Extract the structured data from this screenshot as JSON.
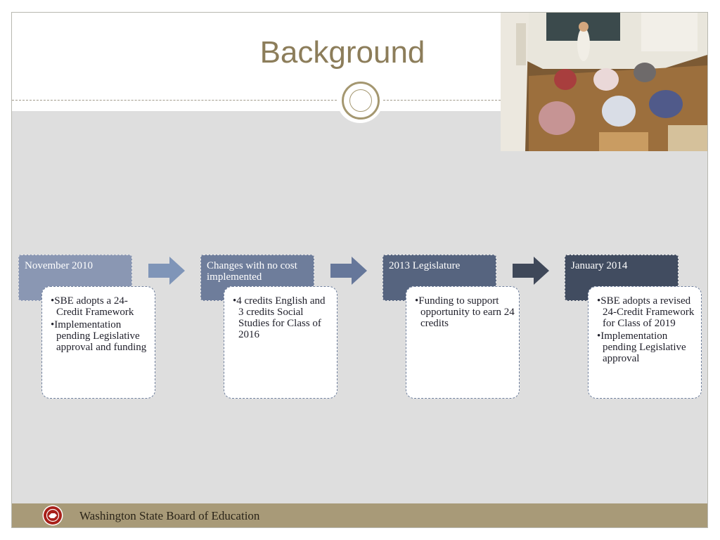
{
  "slide": {
    "title": "Background",
    "footer": "Washington State Board of Education"
  },
  "colors": {
    "title": "#8c7d5a",
    "stage_headers": [
      "#8a97b3",
      "#6e7d9b",
      "#56647f",
      "#414c60"
    ],
    "arrows": [
      "#7f95b8",
      "#66779a",
      "#525f7c",
      "#3f4859"
    ]
  },
  "stages": [
    {
      "header": "November 2010",
      "bullets": [
        "SBE adopts a 24-Credit Framework",
        "Implementation pending Legislative approval and funding"
      ]
    },
    {
      "header": "Changes with no cost implemented",
      "bullets": [
        "4 credits English and 3 credits Social Studies for Class of 2016"
      ]
    },
    {
      "header": "2013 Legislature",
      "bullets": [
        "Funding to support opportunity to earn 24 credits"
      ]
    },
    {
      "header": "January 2014",
      "bullets": [
        "SBE adopts a revised 24-Credit Framework for Class of 2019",
        "Implementation pending Legislative approval"
      ]
    }
  ]
}
